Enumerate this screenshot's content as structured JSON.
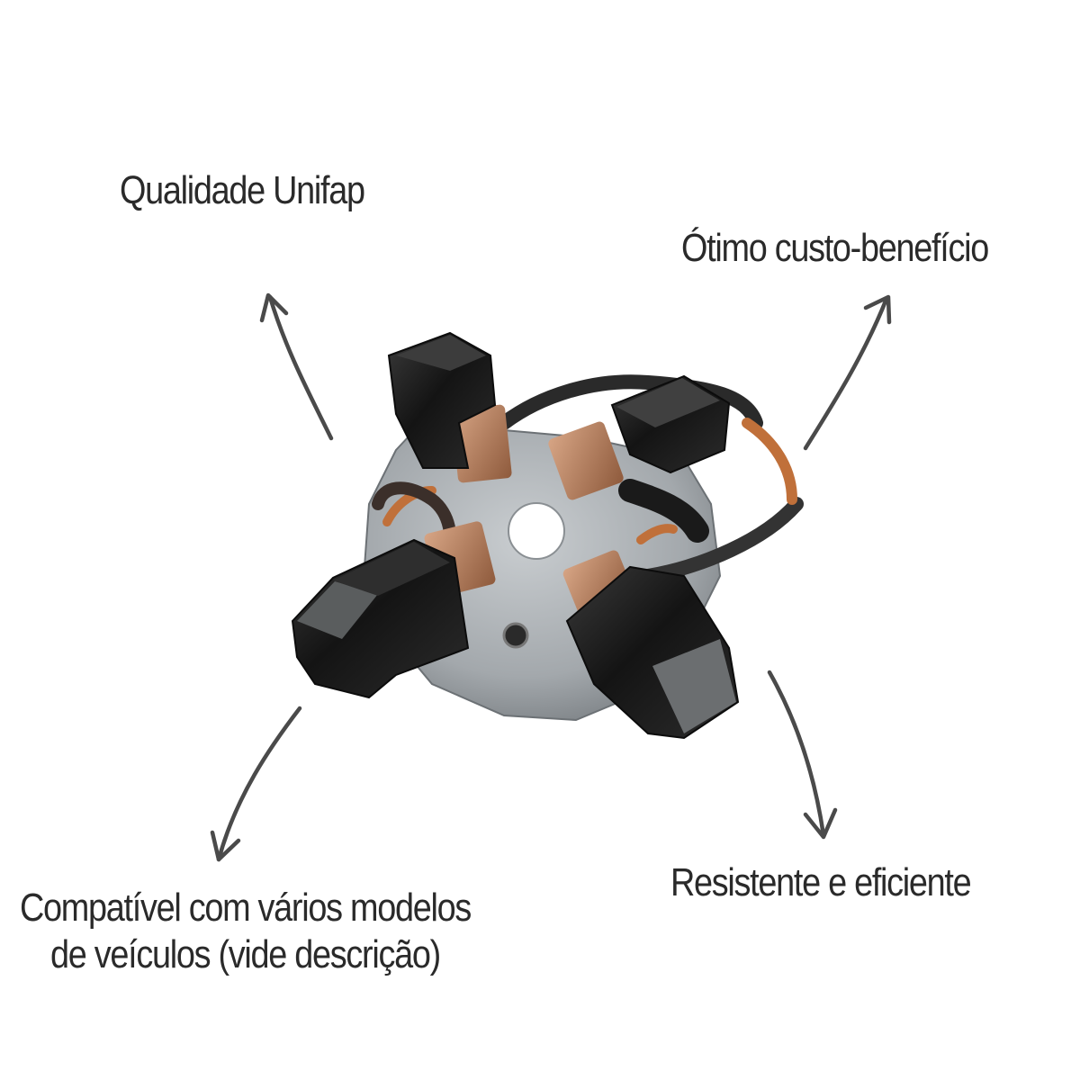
{
  "labels": {
    "quality": "Qualidade Unifap",
    "cost_benefit": "Ótimo custo-benefício",
    "resistant": "Resistente e eficiente",
    "compatible_line1": "Compatível com vários modelos",
    "compatible_line2": "de veículos (vide descrição)"
  },
  "colors": {
    "text": "#2a2a2a",
    "arrow": "#4a4a4a",
    "plate": "#a9aeb2",
    "holder": "#1c1c1c",
    "brush": "#b98565",
    "copper_wire": "#c0703a"
  },
  "icons": {
    "arrows": "curved-arrow-icon",
    "product": "brush-holder-assembly-image"
  }
}
